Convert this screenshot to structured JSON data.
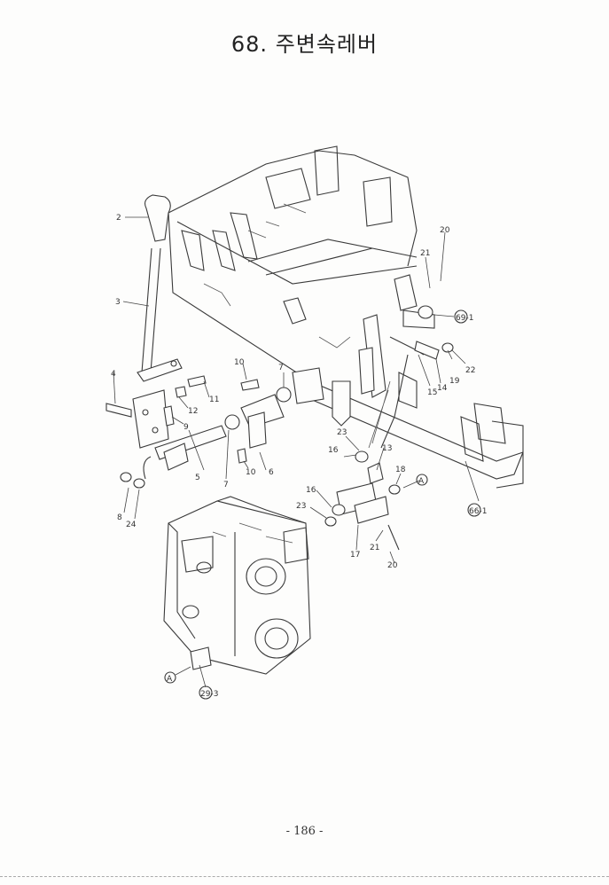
{
  "title": "68. 주변속레버",
  "page_number": "- 186 -",
  "callouts": {
    "c2": "2",
    "c3": "3",
    "c4": "4",
    "c5": "5",
    "c6": "6",
    "c7a": "7",
    "c7b": "7",
    "c8": "8",
    "c9": "9",
    "c10a": "10",
    "c10b": "10",
    "c11": "11",
    "c12": "12",
    "c13": "13",
    "c14": "14",
    "c15": "15",
    "c16a": "16",
    "c16b": "16",
    "c17": "17",
    "c18": "18",
    "c19": "19",
    "c20a": "20",
    "c20b": "20",
    "c21a": "21",
    "c21b": "21",
    "c22": "22",
    "c23a": "23",
    "c23b": "23",
    "c24": "24",
    "ref69": "69-1",
    "ref66": "66-1",
    "ref29": "29-3",
    "markA1": "A",
    "markA2": "A"
  }
}
